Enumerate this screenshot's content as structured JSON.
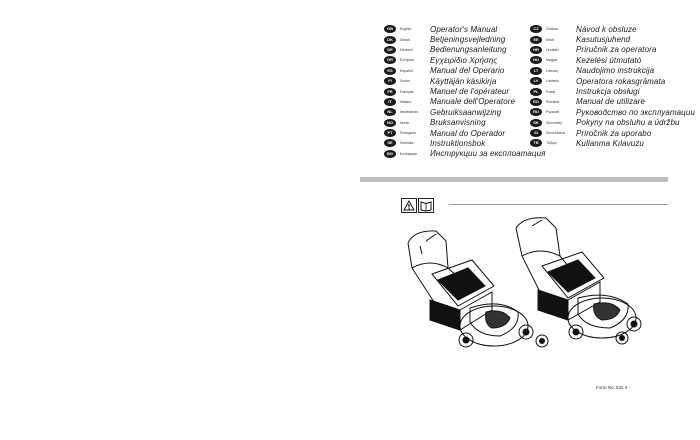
{
  "languages_left": [
    {
      "code": "GB",
      "name": "English",
      "title": "Operator's Manual"
    },
    {
      "code": "DK",
      "name": "Dansk",
      "title": "Betjeningsvejledning"
    },
    {
      "code": "DE",
      "name": "Deutsch",
      "title": "Bedienungsanleitung"
    },
    {
      "code": "GR",
      "name": "Ελληνικά",
      "title": "Εγχειρίδιο Χρήσης"
    },
    {
      "code": "ES",
      "name": "Español",
      "title": "Manual del Operario"
    },
    {
      "code": "FI",
      "name": "Suomi",
      "title": "Käyttäjän käsikirja"
    },
    {
      "code": "FR",
      "name": "Français",
      "title": "Manuel de l'opérateur"
    },
    {
      "code": "IT",
      "name": "Italiano",
      "title": "Manuale dell'Operatore"
    },
    {
      "code": "NL",
      "name": "Nederlands",
      "title": "Gebruiksaanwijzing"
    },
    {
      "code": "NO",
      "name": "Norsk",
      "title": "Bruksanvisning"
    },
    {
      "code": "PT",
      "name": "Português",
      "title": "Manual do Operador"
    },
    {
      "code": "SE",
      "name": "Svenska",
      "title": "Instruktionsbok"
    },
    {
      "code": "BG",
      "name": "Български",
      "title": "Инструкции за експлоатация"
    }
  ],
  "languages_right": [
    {
      "code": "CZ",
      "name": "Čeština",
      "title": "Návod k obsluze"
    },
    {
      "code": "EE",
      "name": "Eesti",
      "title": "Kasutusjuhend"
    },
    {
      "code": "HR",
      "name": "Hrvatski",
      "title": "Priručnik za operatora"
    },
    {
      "code": "HU",
      "name": "Magyar",
      "title": "Kezelési útmutató"
    },
    {
      "code": "LT",
      "name": "Lietuvių",
      "title": "Naudojimo instrukcija"
    },
    {
      "code": "LV",
      "name": "Latviešu",
      "title": "Operatora rokasgrāmata"
    },
    {
      "code": "PL",
      "name": "Polski",
      "title": "Instrukcja obsługi"
    },
    {
      "code": "RO",
      "name": "Română",
      "title": "Manual de utilizare"
    },
    {
      "code": "RU",
      "name": "Русский",
      "title": "Руководство по эксплуатации"
    },
    {
      "code": "SK",
      "name": "Slovensky",
      "title": "Pokyny na obsluhu a údržbu"
    },
    {
      "code": "SI",
      "name": "Slovenščina",
      "title": "Priročnik za uporabo"
    },
    {
      "code": "TR",
      "name": "Türkçe",
      "title": "Kullanma Kılavuzu"
    }
  ],
  "form_number": "Form No. 532 4 -"
}
